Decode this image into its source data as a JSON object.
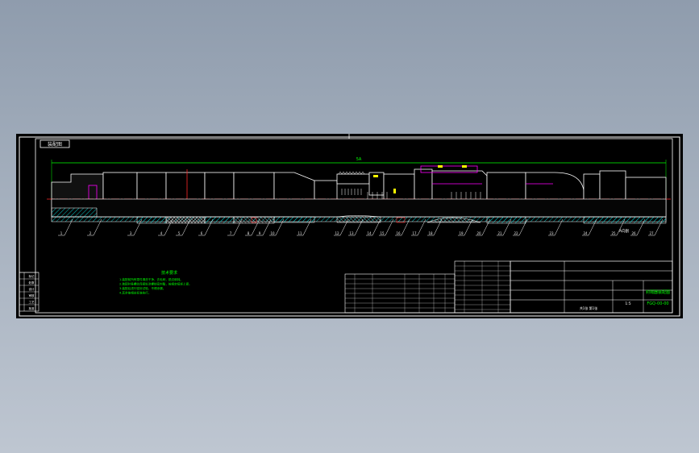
{
  "drawing": {
    "frame_title": "装配图",
    "overall_length": "5A",
    "balloons": [
      "1",
      "2",
      "3",
      "4",
      "5",
      "6",
      "7",
      "8",
      "9",
      "10",
      "11",
      "12",
      "13",
      "14",
      "15",
      "16",
      "17",
      "18",
      "19",
      "20",
      "21",
      "22",
      "23",
      "24",
      "25",
      "26",
      "27"
    ],
    "section_label": "A向剖",
    "notes_title": "技术要求",
    "notes": [
      "1.装配前所有零件清洗干净，去毛刺，锐边倒钝。",
      "2.装配时各螺纹连接处涂螺纹密封脂，按规定扭矩上紧。",
      "3.装配后进行密封试验，不得渗漏。",
      "4.其余按相关标准执行。"
    ]
  },
  "revision_block": {
    "rows": [
      "标记",
      "处数",
      "设计",
      "审核",
      "工艺",
      "批准"
    ]
  },
  "title_block": {
    "drawing_name": "封隔器装配图",
    "drawing_no": "FGQ-00-00",
    "material": "",
    "scale": "1:5",
    "sheet": "共1张 第1张"
  },
  "colors": {
    "background": "#000000",
    "outline": "#ffffff",
    "hatch": "#00bfbf",
    "centerline": "#ff2a2a",
    "dimension": "#00ff00",
    "text_note": "#00ff00",
    "magenta": "#ff00ff",
    "yellow": "#ffff00"
  }
}
